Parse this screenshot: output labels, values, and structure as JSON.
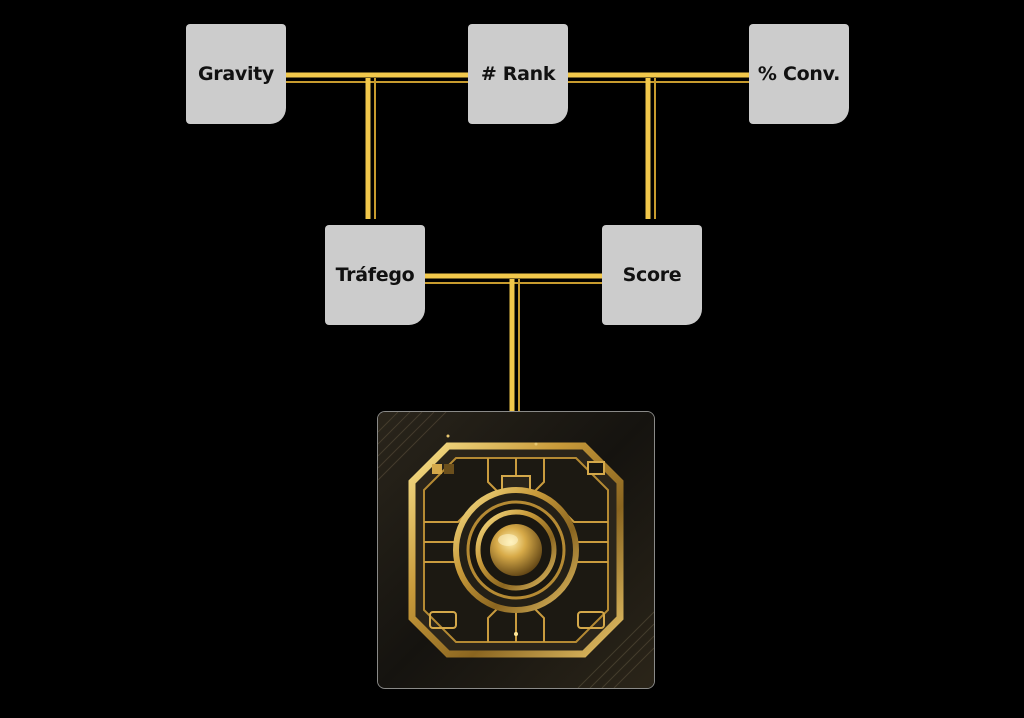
{
  "diagram": {
    "nodes": [
      {
        "id": "gravity",
        "label": "Gravity"
      },
      {
        "id": "rank",
        "label": "# Rank"
      },
      {
        "id": "conv",
        "label": "% Conv."
      },
      {
        "id": "trafego",
        "label": "Tráfego"
      },
      {
        "id": "score",
        "label": "Score"
      }
    ],
    "edges": [
      {
        "from": "gravity",
        "to": "rank"
      },
      {
        "from": "rank",
        "to": "conv"
      },
      {
        "from": "gravity-rank-link",
        "to": "trafego"
      },
      {
        "from": "rank-conv-link",
        "to": "score"
      },
      {
        "from": "trafego",
        "to": "score"
      },
      {
        "from": "trafego-score-link",
        "to": "hub"
      }
    ],
    "hub_icon": "golden-circuit-emblem-icon"
  },
  "colors": {
    "background": "#000000",
    "node_fill": "#cccccc",
    "node_text": "#111111",
    "connector": "#f2c84b",
    "connector_shadow": "#8a6a1a"
  }
}
